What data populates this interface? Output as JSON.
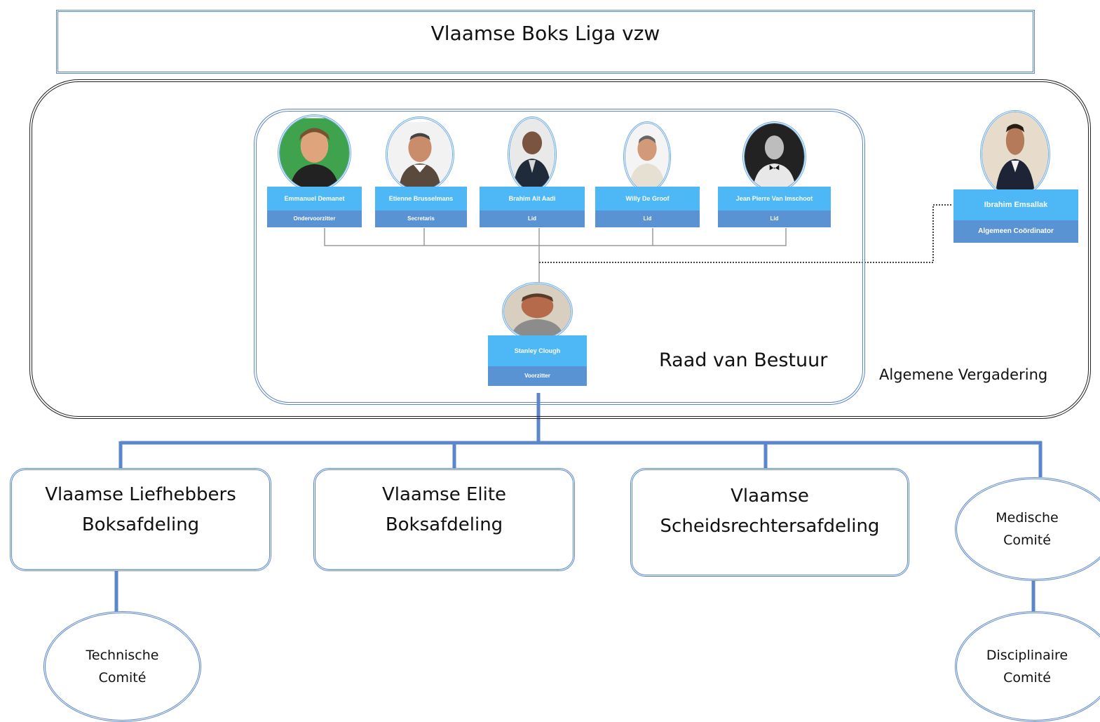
{
  "title": "Vlaamse Boks Liga vzw",
  "general_assembly": {
    "label": "Algemene Vergadering"
  },
  "board": {
    "label": "Raad van Bestuur",
    "members": [
      {
        "name": "Emmanuel Demanet",
        "role": "Ondervoorzitter"
      },
      {
        "name": "Etienne Brusselmans",
        "role": "Secretaris"
      },
      {
        "name": "Brahim Ait Aadi",
        "role": "Lid"
      },
      {
        "name": "Willy De Groof",
        "role": "Lid"
      },
      {
        "name": "Jean Pierre Van Imschoot",
        "role": "Lid"
      }
    ],
    "chair": {
      "name": "Stanley Clough",
      "role": "Voorzitter"
    }
  },
  "coordinator": {
    "name": "Ibrahim Emsallak",
    "role": "Algemeen Coördinator"
  },
  "departments": [
    {
      "line1": "Vlaamse Liefhebbers",
      "line2": "Boksafdeling"
    },
    {
      "line1": "Vlaamse Elite",
      "line2": "Boksafdeling"
    },
    {
      "line1": "Vlaamse",
      "line2": "Scheidsrechtersafdeling"
    }
  ],
  "committees": [
    {
      "line1": "Medische",
      "line2": "Comité"
    },
    {
      "line1": "Technische",
      "line2": "Comité"
    },
    {
      "line1": "Disciplinaire",
      "line2": "Comité"
    }
  ],
  "colors": {
    "accent_blue": "#5b86c9",
    "name_bar": "#4db8f5",
    "role_bar": "#5a93d4",
    "outer_border": "#222222",
    "connector_gray": "#9a9a9a"
  }
}
